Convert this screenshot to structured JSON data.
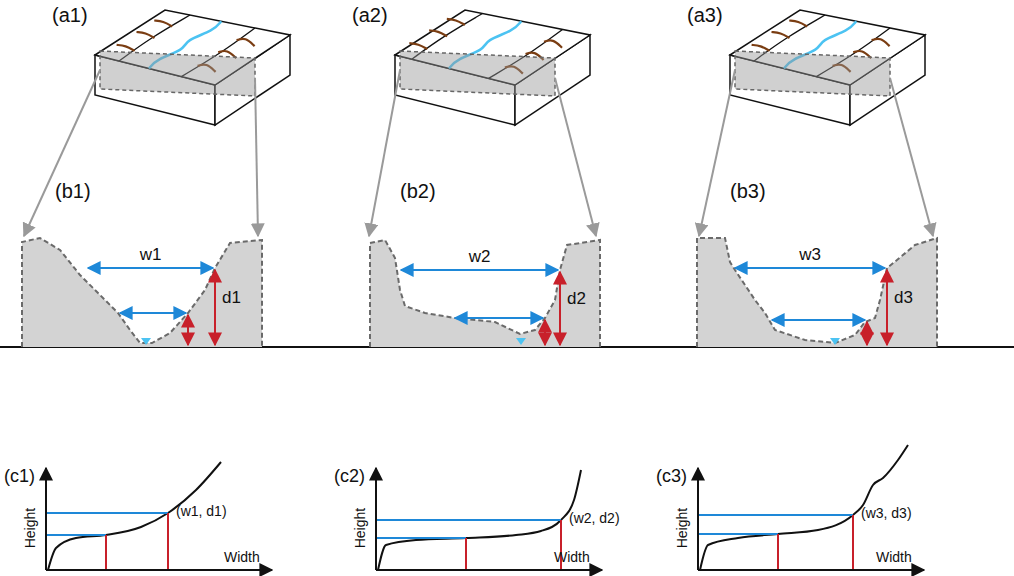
{
  "diagram": {
    "labels": [
      "(a1)",
      "(b1)",
      "w1",
      "d1",
      "(c1)",
      "Height",
      "Width",
      "(w1, d1)",
      "(a2)",
      "(b2)",
      "w2",
      "d2",
      "(c2)",
      "Height",
      "Width",
      "(w2, d2)",
      "(a3)",
      "(b3)",
      "w3",
      "d3",
      "(c3)",
      "Height",
      "Width",
      "(w3, d3)"
    ]
  }
}
